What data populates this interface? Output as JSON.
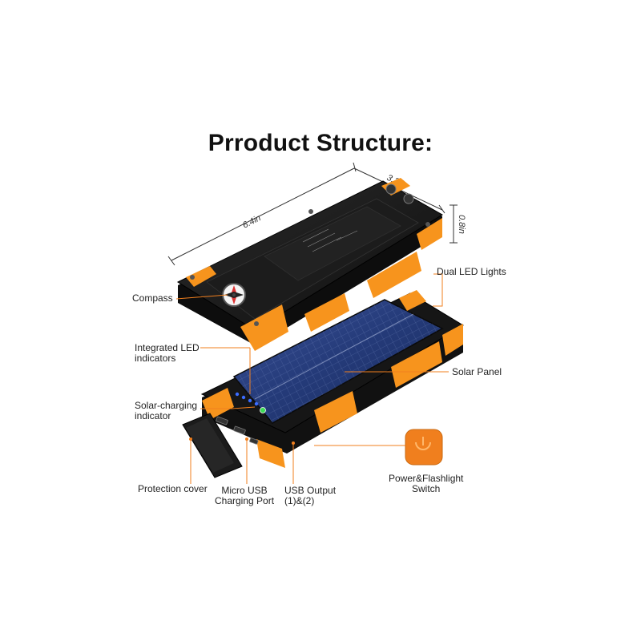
{
  "title": "Prroduct Structure:",
  "dimensions": {
    "length": "6.4in",
    "width": "3.3 in",
    "height": "0.8in"
  },
  "labels": {
    "compass": "Compass",
    "dual_led": "Dual LED Lights",
    "integrated_led_1": "Integrated LED",
    "integrated_led_2": "indicators",
    "solar_panel": "Solar Panel",
    "solar_charging_1": "Solar-charging",
    "solar_charging_2": "indicator",
    "protection_cover": "Protection cover",
    "micro_usb_1": "Micro USB",
    "micro_usb_2": "Charging Port",
    "usb_output_1": "USB Output",
    "usb_output_2": "(1)&(2)",
    "power_switch_1": "Power&Flashlight",
    "power_switch_2": "Switch"
  },
  "colors": {
    "accent_orange": "#f7941d",
    "body_black": "#1a1a1a",
    "panel_blue": "#2c3f7a",
    "leader_orange": "#f07f1e",
    "indicator_blue": "#3b6cff",
    "indicator_green": "#3ddc57"
  }
}
